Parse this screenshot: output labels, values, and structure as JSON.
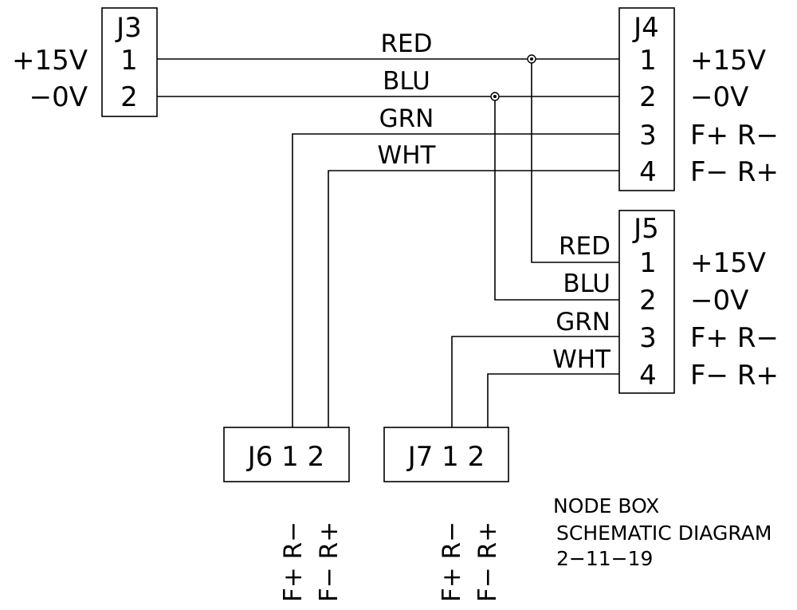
{
  "connectors": {
    "j3": {
      "title": "J3",
      "pins": [
        "1",
        "2"
      ],
      "signals": [
        "+15V",
        "−0V"
      ]
    },
    "j4": {
      "title": "J4",
      "pins": [
        "1",
        "2",
        "3",
        "4"
      ],
      "signals": [
        "+15V",
        "−0V",
        "F+ R−",
        "F− R+"
      ]
    },
    "j5": {
      "title": "J5",
      "pins": [
        "1",
        "2",
        "3",
        "4"
      ],
      "signals": [
        "+15V",
        "−0V",
        "F+ R−",
        "F− R+"
      ]
    },
    "j6": {
      "label": "J6 1 2",
      "pin1": "F+ R−",
      "pin2": "F− R+"
    },
    "j7": {
      "label": "J7 1 2",
      "pin1": "F+ R−",
      "pin2": "F− R+"
    }
  },
  "wires": {
    "top": [
      "RED",
      "BLU",
      "GRN",
      "WHT"
    ],
    "j5": [
      "RED",
      "BLU",
      "GRN",
      "WHT"
    ]
  },
  "note": {
    "line1": "NODE BOX",
    "line2": "SCHEMATIC DIAGRAM",
    "line3": "2−11−19"
  }
}
